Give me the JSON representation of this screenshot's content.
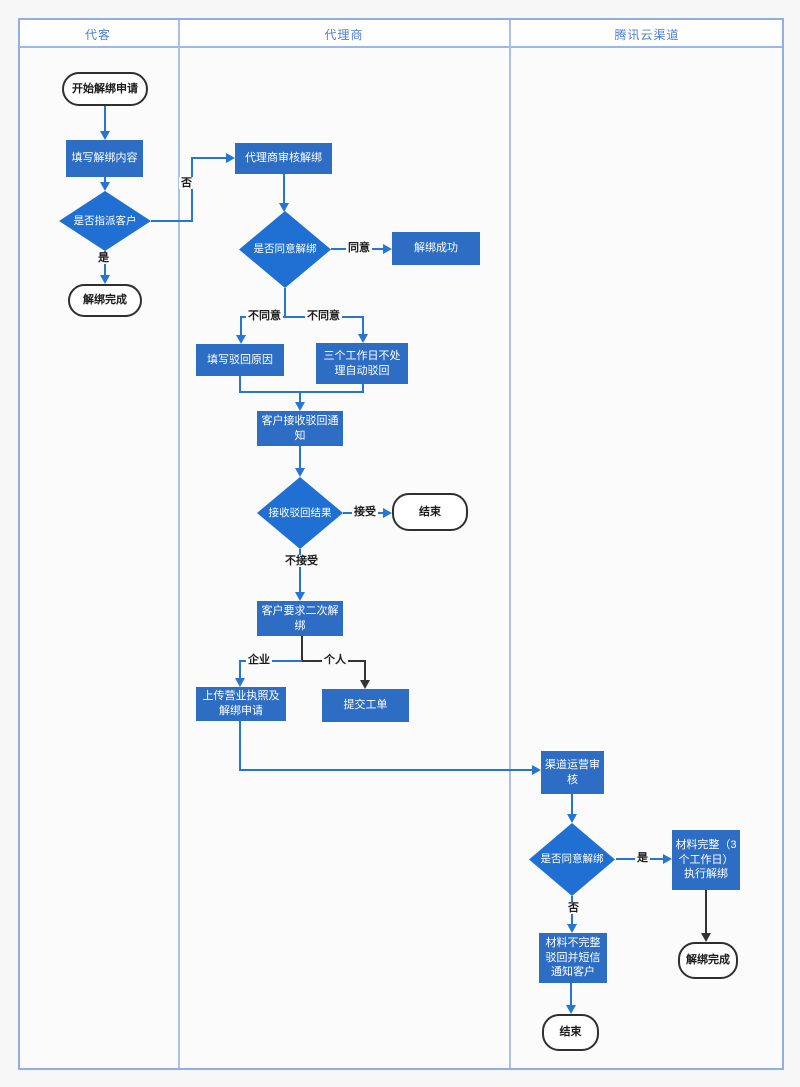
{
  "lanes": {
    "customer": "代客",
    "agent": "代理商",
    "tencent": "腾讯云渠道"
  },
  "nodes": {
    "start": "开始解绑申请",
    "fill_content": "填写解绑内容",
    "decide_assign": "是否指派客户",
    "unbind_done_1": "解绑完成",
    "agent_review": "代理商审核解绑",
    "decide_agree_1": "是否同意解绑",
    "unbind_success": "解绑成功",
    "fill_reject_reason": "填写驳回原因",
    "auto_reject": "三个工作日不处理自动驳回",
    "notify_reject": "客户接收驳回通知",
    "decide_receive": "接收驳回结果",
    "end_1": "结束",
    "second_unbind": "客户要求二次解绑",
    "upload_license": "上传营业执照及解绑申请",
    "submit_ticket": "提交工单",
    "channel_review": "渠道运营审核",
    "decide_agree_2": "是否同意解绑",
    "complete_material": "材料完整（3个工作日）执行解绑",
    "incomplete_material": "材料不完整驳回并短信通知客户",
    "unbind_done_2": "解绑完成",
    "end_2": "结束"
  },
  "edge_labels": {
    "no_1": "否",
    "yes_1": "是",
    "agree": "同意",
    "disagree_left": "不同意",
    "disagree_right": "不同意",
    "accept": "接受",
    "not_accept": "不接受",
    "enterprise": "企业",
    "personal": "个人",
    "yes_2": "是",
    "no_2": "否"
  },
  "colors": {
    "node_blue": "#2d6dc3",
    "diamond_blue": "#1f70d2",
    "connector_blue": "#2674d4",
    "connector_black": "#333333",
    "lane_border": "#a9c1e8",
    "frame_border": "#8fb0e0",
    "header_text": "#4e7fd1"
  }
}
